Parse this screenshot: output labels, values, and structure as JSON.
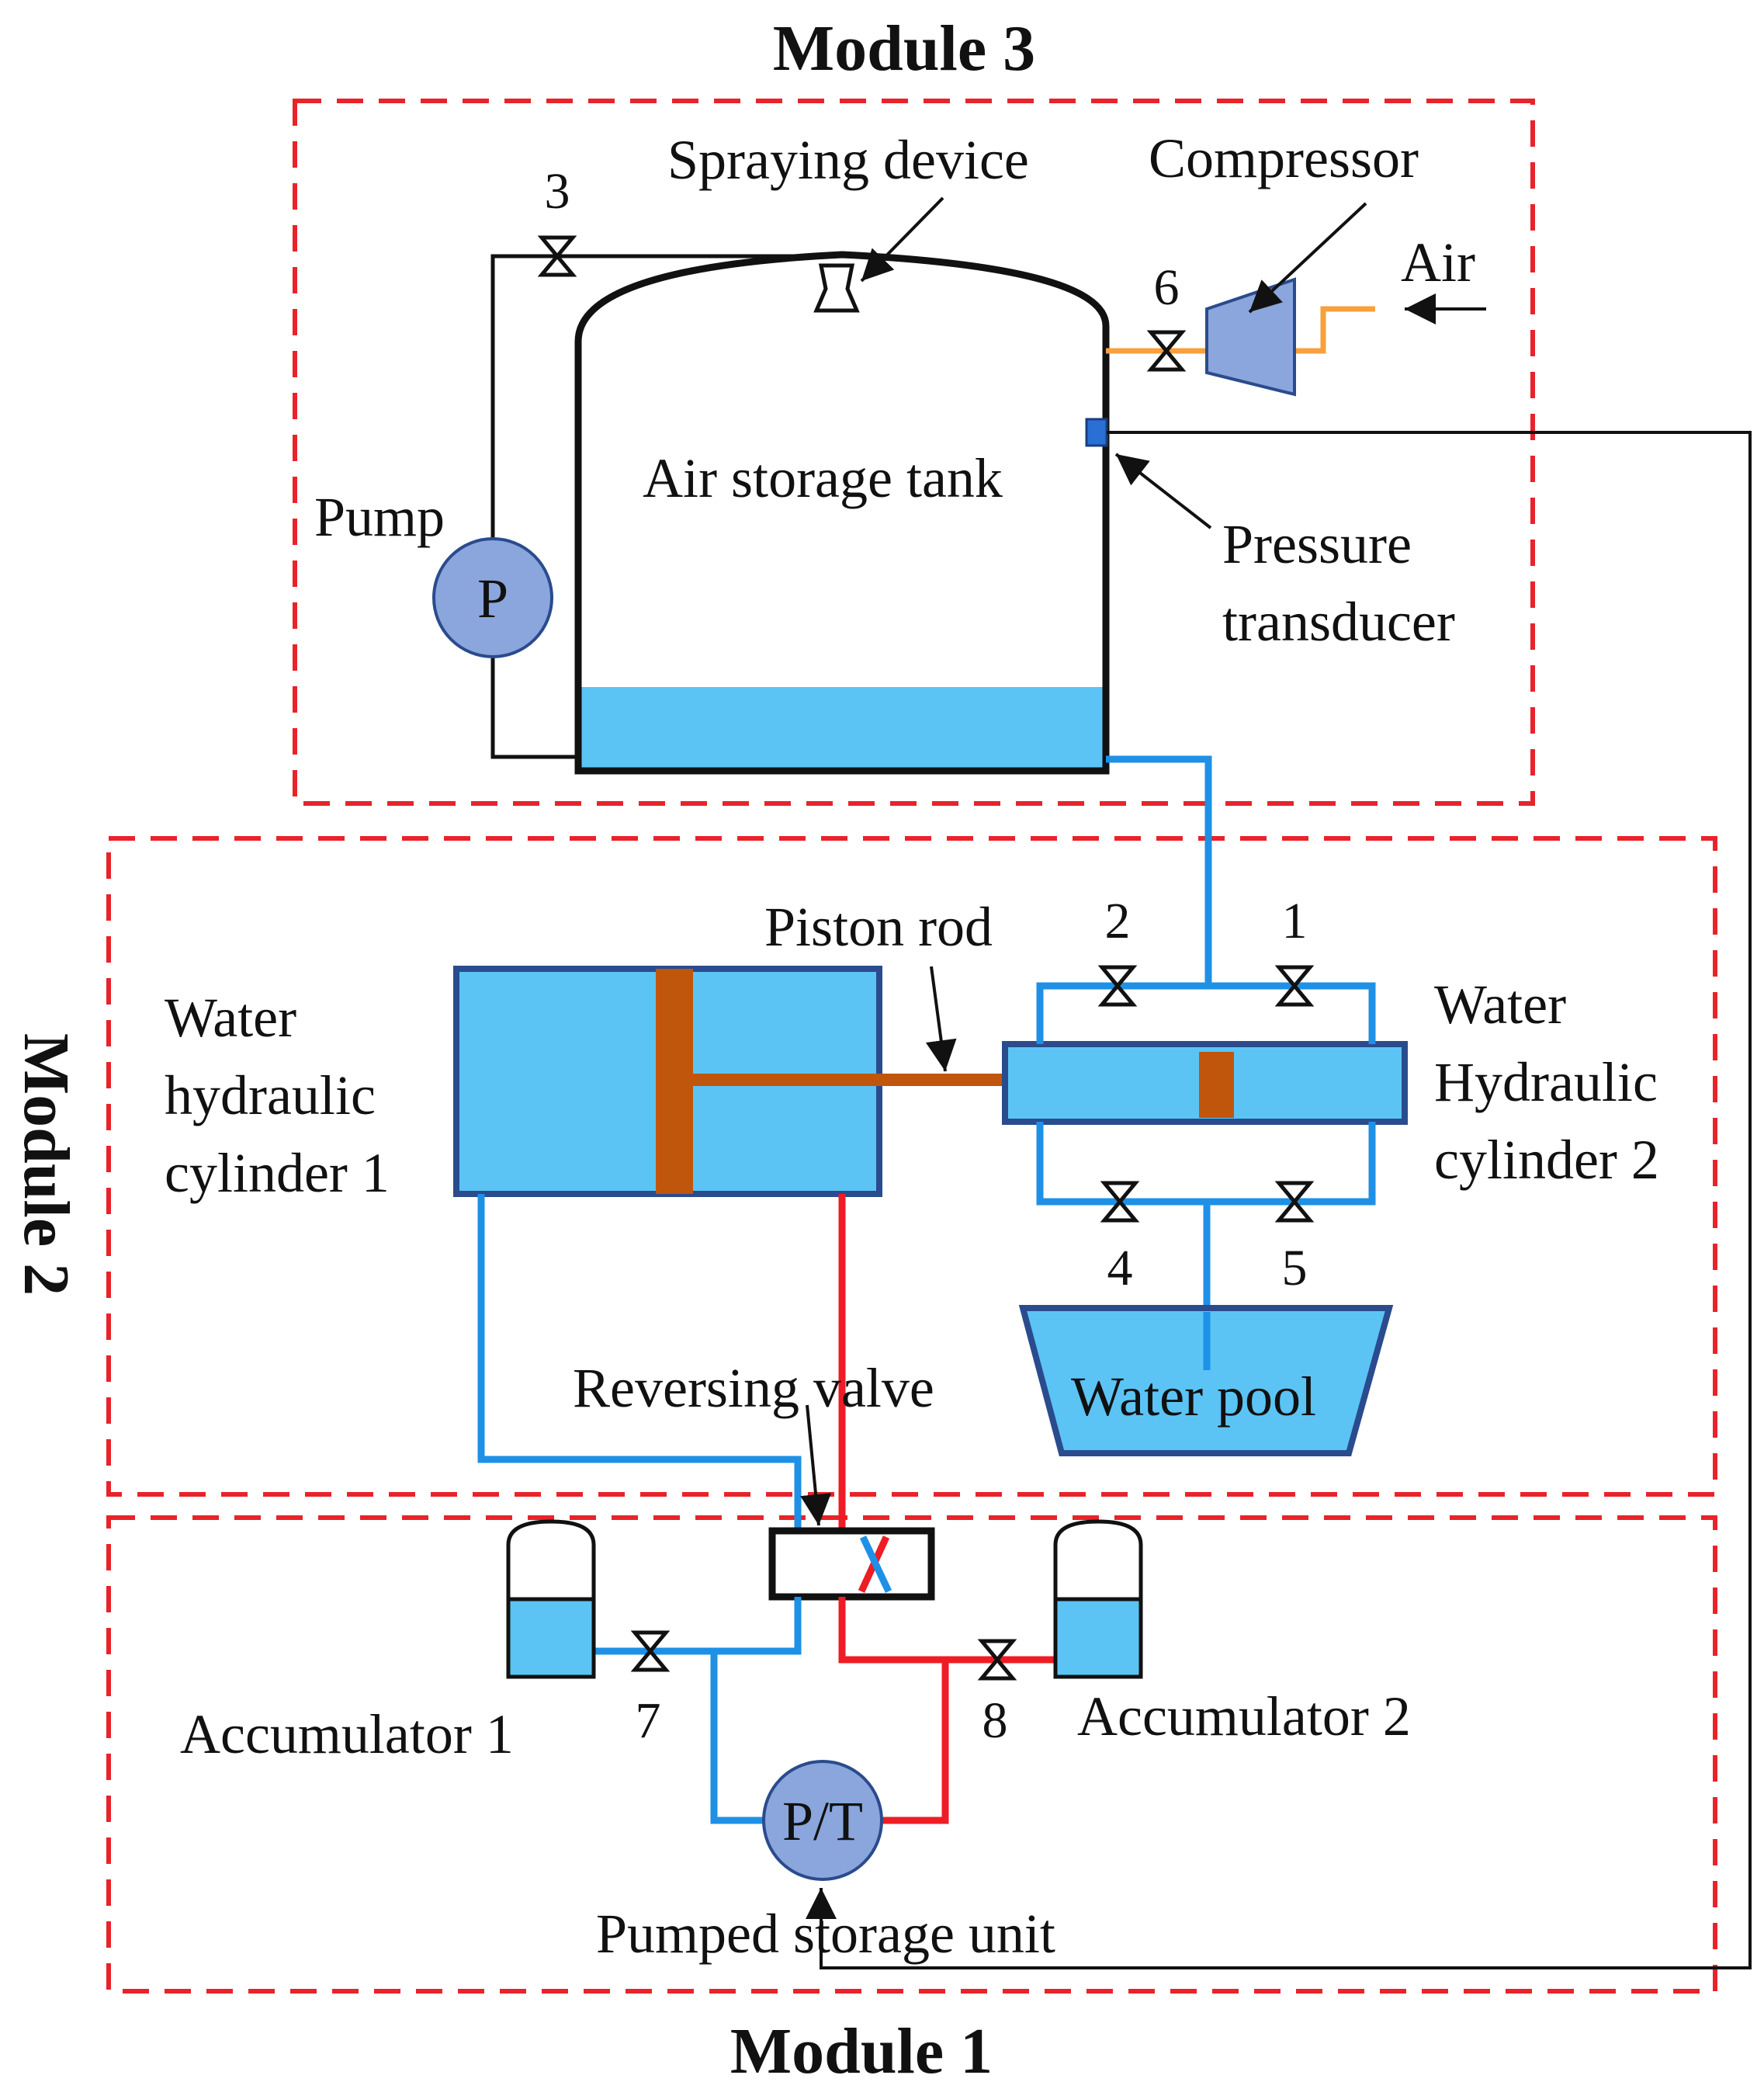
{
  "modules": {
    "module1": "Module 1",
    "module2": "Module 2",
    "module3": "Module 3"
  },
  "labels": {
    "spraying_device": "Spraying device",
    "compressor": "Compressor",
    "air": "Air",
    "air_storage_tank": "Air storage tank",
    "pump": "Pump",
    "pump_symbol": "P",
    "pressure_transducer_line1": "Pressure",
    "pressure_transducer_line2": "transducer",
    "piston_rod": "Piston rod",
    "cyl1_line1": "Water",
    "cyl1_line2": "hydraulic",
    "cyl1_line3": "cylinder 1",
    "cyl2_line1": "Water",
    "cyl2_line2": "Hydraulic",
    "cyl2_line3": "cylinder 2",
    "water_pool": "Water pool",
    "reversing_valve": "Reversing valve",
    "accumulator1": "Accumulator 1",
    "accumulator2": "Accumulator 2",
    "pt_symbol": "P/T",
    "pumped_storage_unit": "Pumped storage unit"
  },
  "valves": {
    "v1": "1",
    "v2": "2",
    "v3": "3",
    "v4": "4",
    "v5": "5",
    "v6": "6",
    "v7": "7",
    "v8": "8"
  },
  "colors": {
    "module_border": "#e8232a",
    "water_fill": "#5bc4f5",
    "blue_pipe": "#1e90e6",
    "red_pipe": "#ee1c24",
    "orange_pipe": "#f7a03c",
    "piston": "#c0560c",
    "device_fill": "#8aa6dc",
    "cylinder_border": "#2a4b8d"
  }
}
